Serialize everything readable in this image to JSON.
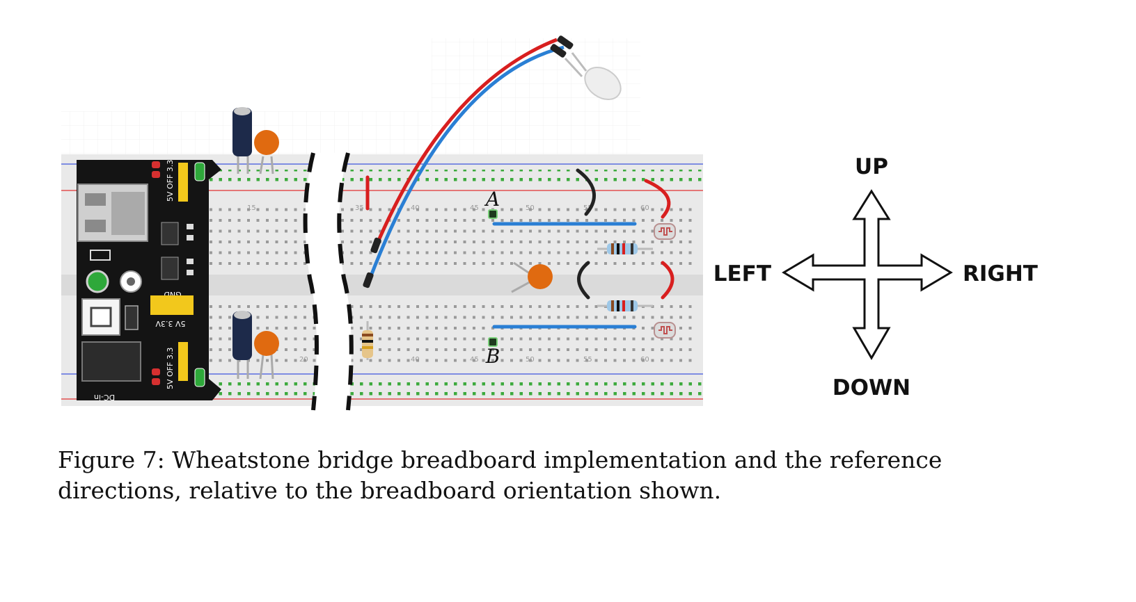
{
  "figure": {
    "pin_labels": {
      "a": "A",
      "b": "B"
    },
    "directions": {
      "up": "UP",
      "down": "DOWN",
      "left": "LEFT",
      "right": "RIGHT"
    },
    "power_module_silk": {
      "top_jumper": "5V OFF 3.3",
      "bottom_jumper": "5V OFF 3.3",
      "gnd": "GND",
      "mid_jumper": "5V 3.3V",
      "dc_in": "DC-in"
    },
    "colors": {
      "wire_red": "#d81f1f",
      "wire_blue": "#2a7fd4",
      "capacitor_orange": "#e06a10",
      "electrolytic": "#1d2a4a",
      "board": "#e8e8e8",
      "module": "#141414",
      "hole_green": "#3daa3d"
    }
  },
  "caption": "Figure 7: Wheatstone bridge breadboard implementation and the reference directions, relative to the breadboard orientation shown."
}
